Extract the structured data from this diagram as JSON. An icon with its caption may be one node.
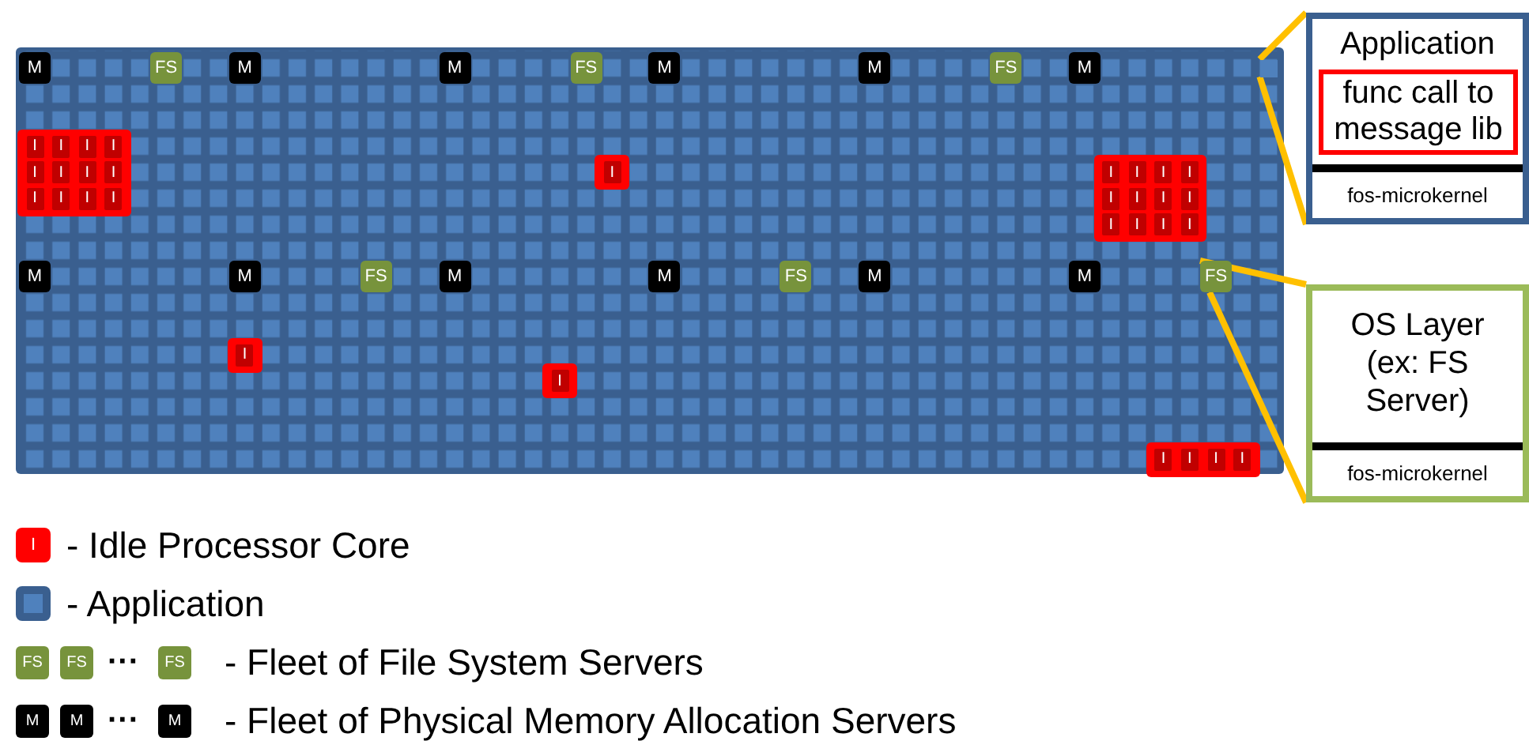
{
  "diagram": {
    "nodes": [
      {
        "text": [],
        "shape": "box"
      },
      {
        "text": [
          "M"
        ],
        "in": 0
      },
      {
        "text": [
          "FS"
        ],
        "in": 0
      },
      {
        "text": [
          "M"
        ],
        "in": 0
      },
      {
        "text": [
          "M"
        ],
        "in": 0
      },
      {
        "text": [
          "FS"
        ],
        "in": 0
      },
      {
        "text": [
          "M"
        ],
        "in": 0
      },
      {
        "text": [
          "M"
        ],
        "in": 0
      },
      {
        "text": [
          "FS"
        ],
        "in": 0
      },
      {
        "text": [
          "M"
        ],
        "in": 0
      },
      {
        "text": [],
        "shape": "box",
        "in": 0
      },
      {
        "text": [
          "I"
        ],
        "in": 0
      },
      {
        "text": [
          "I"
        ],
        "in": 0
      },
      {
        "text": [
          "I"
        ],
        "in": 0
      },
      {
        "text": [
          "I"
        ],
        "in": 0
      },
      {
        "text": [
          "I"
        ],
        "in": 0
      },
      {
        "text": [
          "I"
        ],
        "in": 0
      },
      {
        "text": [
          "I"
        ],
        "in": 0
      },
      {
        "text": [
          "I"
        ],
        "in": 0
      },
      {
        "text": [
          "I"
        ],
        "in": 0
      },
      {
        "text": [
          "I"
        ],
        "in": 0
      },
      {
        "text": [
          "I"
        ],
        "in": 0
      },
      {
        "text": [
          "I"
        ],
        "in": 0
      },
      {
        "text": [
          "I"
        ],
        "in": 0
      },
      {
        "text": [
          "I"
        ],
        "in": 0
      },
      {
        "text": [
          "I"
        ],
        "in": 0
      },
      {
        "text": [
          "I"
        ],
        "in": 0
      },
      {
        "text": [
          "I"
        ],
        "in": 0
      },
      {
        "text": [
          "I"
        ],
        "in": 0
      },
      {
        "text": [
          "I"
        ],
        "in": 0
      },
      {
        "text": [
          "I"
        ],
        "in": 0
      },
      {
        "text": [
          "I"
        ],
        "in": 0
      },
      {
        "text": [
          "I"
        ],
        "in": 0
      },
      {
        "text": [
          "I"
        ],
        "in": 0
      },
      {
        "text": [
          "I"
        ],
        "in": 0
      },
      {
        "text": [
          "I"
        ],
        "in": 0
      },
      {
        "text": [
          "M"
        ],
        "in": 0
      },
      {
        "text": [
          "M"
        ],
        "in": 0
      },
      {
        "text": [
          "FS"
        ],
        "in": 0
      },
      {
        "text": [
          "M"
        ],
        "in": 0
      },
      {
        "text": [
          "M"
        ],
        "in": 0
      },
      {
        "text": [
          "FS"
        ],
        "in": 0
      },
      {
        "text": [
          "M"
        ],
        "in": 0
      },
      {
        "text": [
          "M"
        ],
        "in": 0
      },
      {
        "text": [
          "FS"
        ],
        "in": 0
      },
      {
        "text": [
          "I"
        ],
        "in": 0
      },
      {
        "text": [
          "I"
        ],
        "in": 0
      },
      {
        "text": [
          "I"
        ],
        "in": 0
      },
      {
        "text": [
          "I"
        ],
        "in": 0
      },
      {
        "text": [
          "I"
        ],
        "in": 0
      },
      {
        "text": [
          "I"
        ],
        "in": 0
      },
      {
        "text": [
          "Application",
          "fos-microkernel"
        ]
      },
      {
        "text": [
          "func call to message lib"
        ],
        "in": 51
      },
      {
        "text": [
          "OS Layer (ex: FS Server)",
          "fos-microkernel"
        ]
      }
    ],
    "edges": [
      {
        "from": 10,
        "to": 51,
        "arrow": "none"
      },
      {
        "from": 10,
        "to": 51,
        "arrow": "none"
      },
      {
        "from": 44,
        "to": 53,
        "arrow": "none"
      },
      {
        "from": 44,
        "to": 53,
        "arrow": "none"
      }
    ],
    "labels": [
      "I",
      "FS",
      "FS",
      "···",
      "FS",
      "M",
      "M",
      "···",
      "M"
    ],
    "legend": [
      {
        "text": "- Idle Processor Core",
        "color": "#ff0000"
      },
      {
        "text": "- Application",
        "color": "#3a5f8f"
      },
      {
        "text": "- Fleet of File System Servers"
      },
      {
        "text": "- Fleet of Physical Memory Allocation Servers"
      }
    ]
  }
}
